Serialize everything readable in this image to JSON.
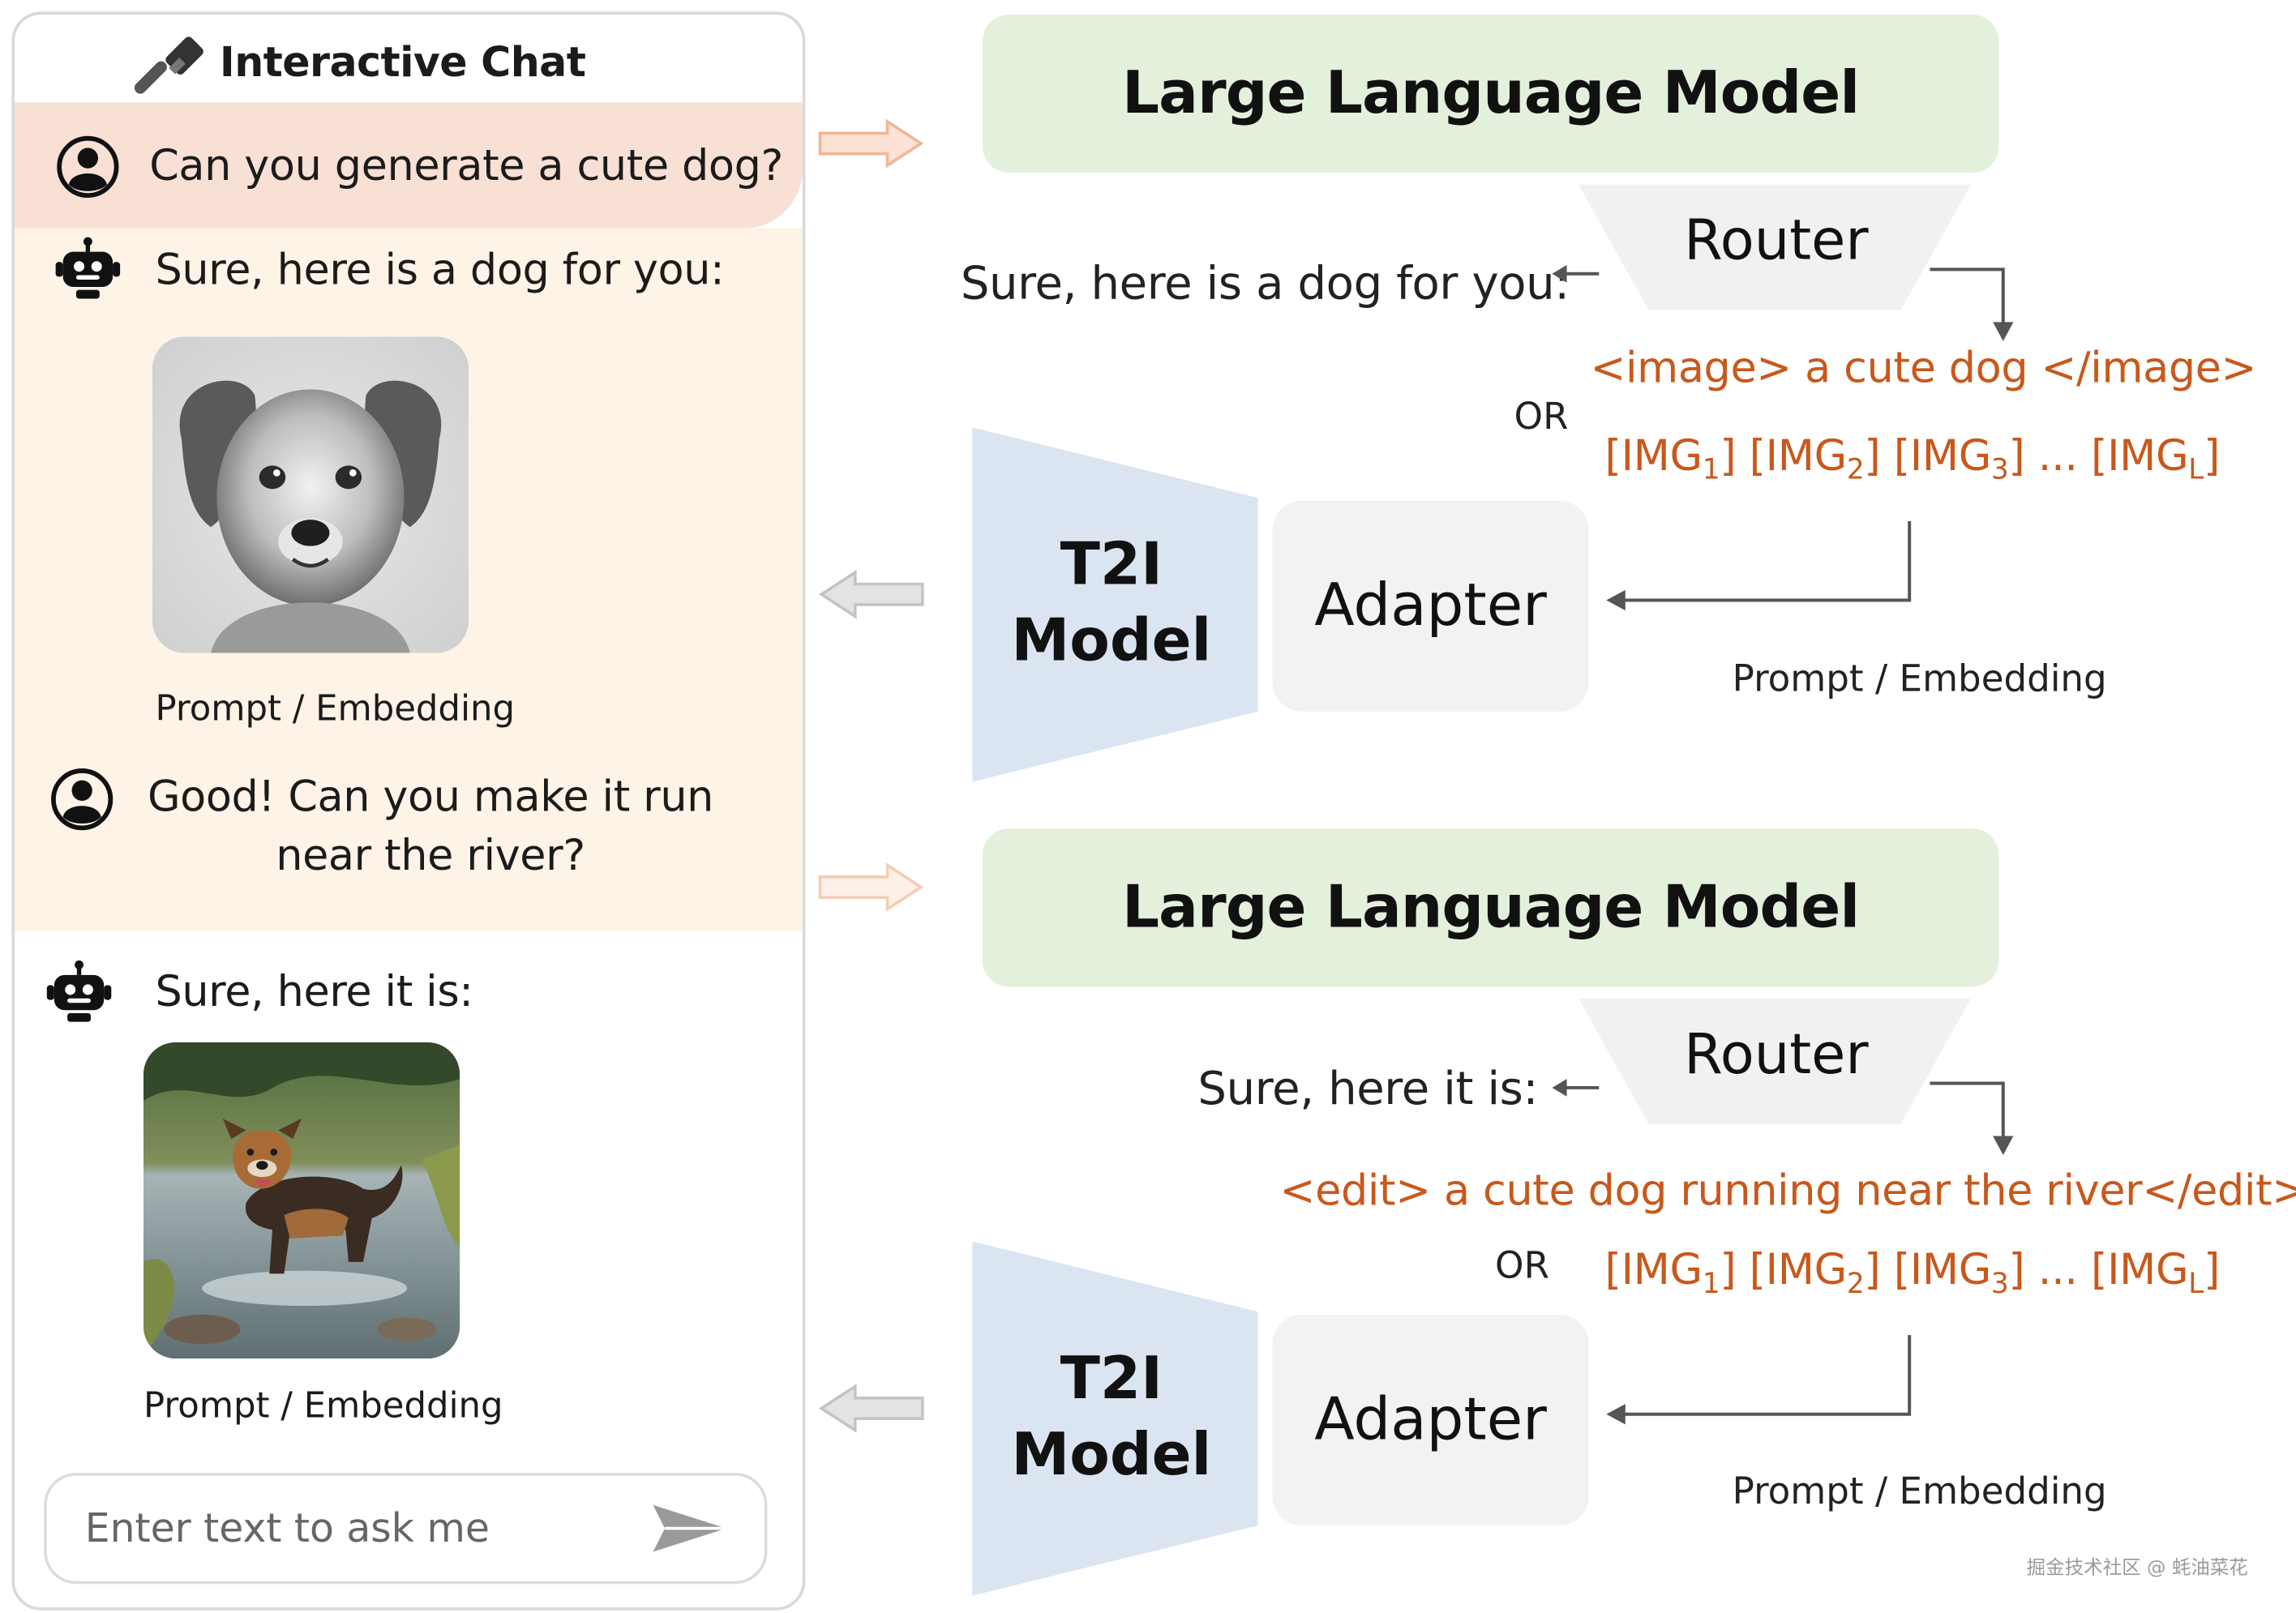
{
  "chat": {
    "title": "Interactive Chat",
    "messages": [
      {
        "role": "user",
        "text": "Can you generate a cute dog?"
      },
      {
        "role": "bot",
        "text": "Sure, here is a dog for you:",
        "image_caption": "Prompt / Embedding"
      },
      {
        "role": "user",
        "text": "Good! Can you make it run near the river?"
      },
      {
        "role": "bot",
        "text": "Sure, here it is:",
        "image_caption": "Prompt / Embedding"
      }
    ],
    "input_placeholder": "Enter text to ask me"
  },
  "pipelines": [
    {
      "llm_label": "Large Language Model",
      "router_label": "Router",
      "text_output": "Sure, here is a dog for you:",
      "token_text": "<image> a cute dog </image>",
      "or_label": "OR",
      "img_tokens": [
        {
          "base": "[IMG",
          "sub": "1",
          "close": "]"
        },
        {
          "base": "[IMG",
          "sub": "2",
          "close": "]"
        },
        {
          "base": "[IMG",
          "sub": "3",
          "close": "]"
        },
        {
          "base": "...",
          "sub": "",
          "close": ""
        },
        {
          "base": "[IMG",
          "sub": "L",
          "close": "]"
        }
      ],
      "adapter_label": "Adapter",
      "t2i_label_line1": "T2I",
      "t2i_label_line2": "Model",
      "prompt_embedding_label": "Prompt / Embedding"
    },
    {
      "llm_label": "Large Language Model",
      "router_label": "Router",
      "text_output": "Sure, here it is:",
      "token_text": "<edit> a cute dog  running near the river</edit>",
      "or_label": "OR",
      "img_tokens": [
        {
          "base": "[IMG",
          "sub": "1",
          "close": "]"
        },
        {
          "base": "[IMG",
          "sub": "2",
          "close": "]"
        },
        {
          "base": "[IMG",
          "sub": "3",
          "close": "]"
        },
        {
          "base": "...",
          "sub": "",
          "close": ""
        },
        {
          "base": "[IMG",
          "sub": "L",
          "close": "]"
        }
      ],
      "adapter_label": "Adapter",
      "t2i_label_line1": "T2I",
      "t2i_label_line2": "Model",
      "prompt_embedding_label": "Prompt / Embedding"
    }
  ],
  "watermark": "掘金技术社区 @ 蚝油菜花",
  "colors": {
    "llm_fill": "#e3f0db",
    "router_fill": "#f1f1f1",
    "t2i_fill": "#dbe5f2",
    "adapter_fill": "#f2f2f2",
    "token_orange": "#c8581b",
    "user_bubble": "#f9e0d4",
    "chat_band": "#fdf3e7",
    "input_arrow_orange": "#f6cdb6",
    "output_arrow_gray": "#dcdcdc"
  }
}
